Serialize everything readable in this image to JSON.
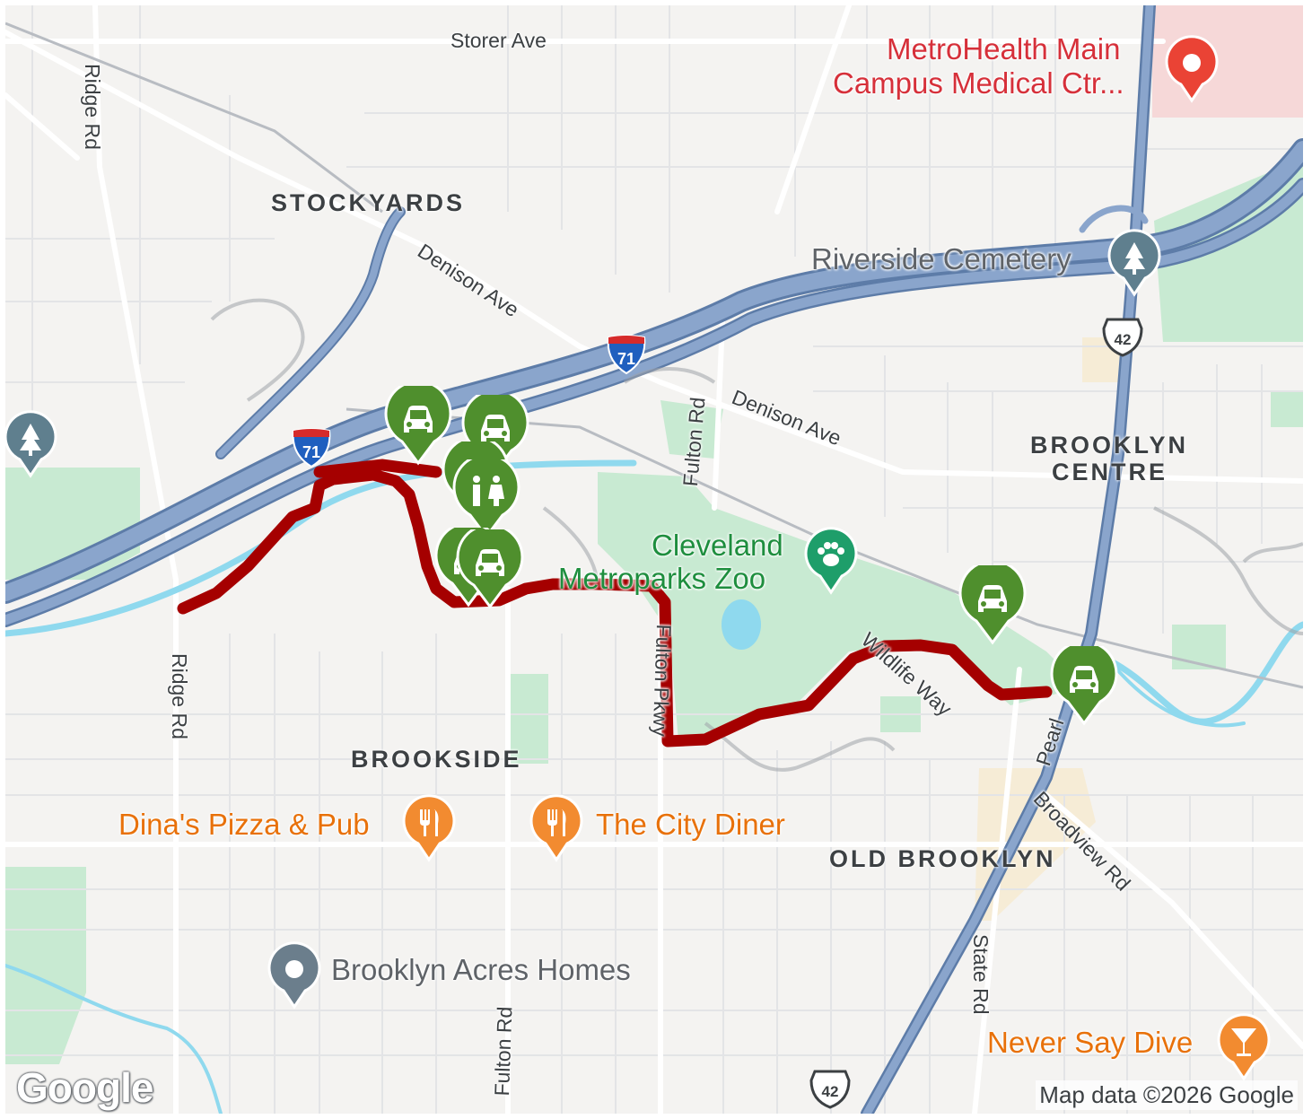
{
  "map": {
    "colors": {
      "land": "#f4f3f1",
      "park": "#c8ead2",
      "water": "#8fd9ee",
      "highway": "#7f9bc3",
      "highway_edge": "#5d7ca8",
      "road": "#ffffff",
      "route": "#a50000",
      "parking_pin": "#4f8f2d",
      "medical": "#ea4335",
      "food": "#f28b30",
      "cemetery": "#5f7f8e"
    },
    "streets": {
      "storer_ave": "Storer Ave",
      "ridge_rd_top": "Ridge Rd",
      "ridge_rd_bottom": "Ridge Rd",
      "denison_ave_west": "Denison Ave",
      "denison_ave_east": "Denison Ave",
      "fulton_rd_north": "Fulton Rd",
      "fulton_pkwy": "Fulton Pkwy",
      "fulton_rd_south": "Fulton Rd",
      "wildlife_way": "Wildlife Way",
      "pearl": "Pearl",
      "broadview_rd": "Broadview Rd",
      "state_rd": "State Rd"
    },
    "neighborhoods": {
      "stockyards": "STOCKYARDS",
      "brooklyn_centre_1": "BROOKLYN",
      "brooklyn_centre_2": "CENTRE",
      "brookside": "BROOKSIDE",
      "old_brooklyn": "OLD BROOKLYN"
    },
    "pois": {
      "metrohealth_1": "MetroHealth Main",
      "metrohealth_2": "Campus Medical Ctr...",
      "riverside_cemetery": "Riverside Cemetery",
      "zoo_1": "Cleveland",
      "zoo_2": "Metroparks Zoo",
      "dinas": "Dina's Pizza & Pub",
      "city_diner": "The City Diner",
      "brooklyn_acres": "Brooklyn Acres Homes",
      "never_say_dive": "Never Say Dive"
    },
    "shields": {
      "i71_a": "71",
      "i71_b": "71",
      "us42_a": "42",
      "us42_b": "42"
    },
    "icons": {
      "parking": "car-icon",
      "restroom": "restroom-icon",
      "medical": "location-pin-icon",
      "food": "fork-knife-icon",
      "cemetery": "tree-icon",
      "zoo": "paw-icon",
      "bar": "cocktail-icon"
    },
    "attribution": "Map data ©2026 Google",
    "logo": "Google"
  }
}
